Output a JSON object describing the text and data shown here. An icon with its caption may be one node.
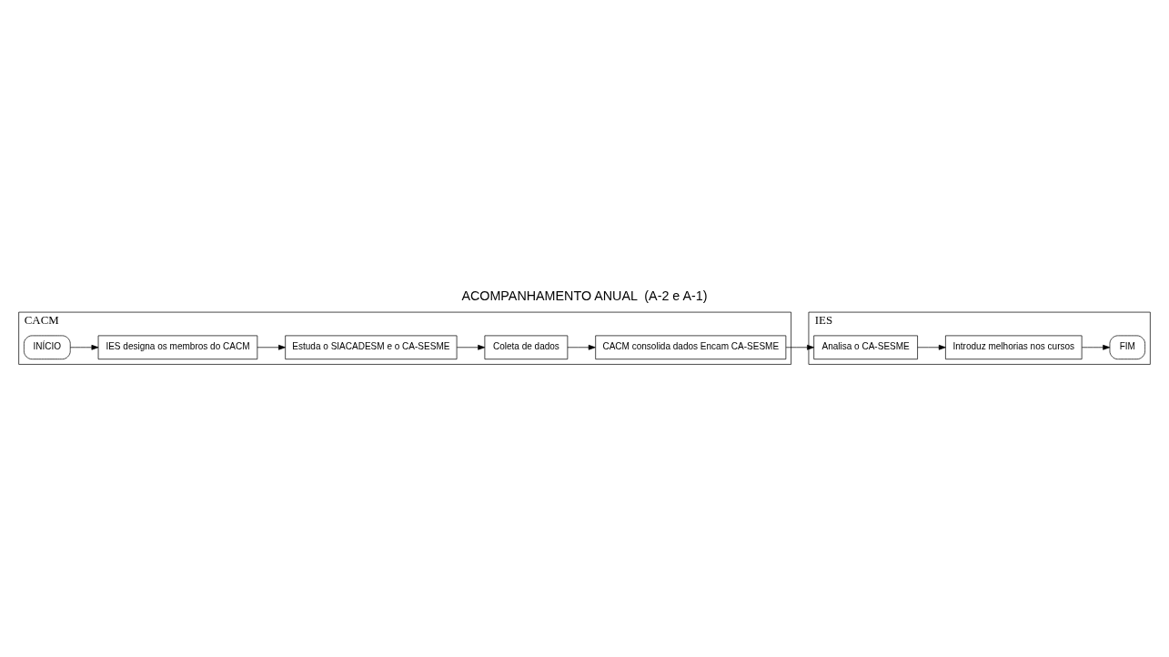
{
  "diagram": {
    "title": "ACOMPANHAMENTO ANUAL  (A-2 e A-1)",
    "nodes": [
      {
        "text": [
          "CACM"
        ]
      },
      {
        "text": [
          "INÍCIO"
        ],
        "in": 0
      },
      {
        "text": [
          "IES designa os membros do CACM"
        ],
        "in": 0
      },
      {
        "text": [
          "Estuda o SIACADESM e o CA-SESME"
        ],
        "in": 0
      },
      {
        "text": [
          "Coleta de dados"
        ],
        "in": 0
      },
      {
        "text": [
          "CACM consolida dados Encam CA-SESME"
        ],
        "in": 0
      },
      {
        "text": [
          "IES"
        ]
      },
      {
        "text": [
          "Analisa o CA-SESME"
        ],
        "in": 6
      },
      {
        "text": [
          "Introduz melhorias nos cursos"
        ],
        "in": 6
      },
      {
        "text": [
          "FIM"
        ],
        "in": 6
      }
    ],
    "edges": [
      {
        "from": 1,
        "to": 2,
        "arrow": "to"
      },
      {
        "from": 2,
        "to": 3,
        "arrow": "to"
      },
      {
        "from": 3,
        "to": 4,
        "arrow": "to"
      },
      {
        "from": 4,
        "to": 5,
        "arrow": "to"
      },
      {
        "from": 5,
        "to": 7,
        "arrow": "to"
      },
      {
        "from": 7,
        "to": 8,
        "arrow": "to"
      },
      {
        "from": 8,
        "to": 9,
        "arrow": "to"
      }
    ]
  }
}
